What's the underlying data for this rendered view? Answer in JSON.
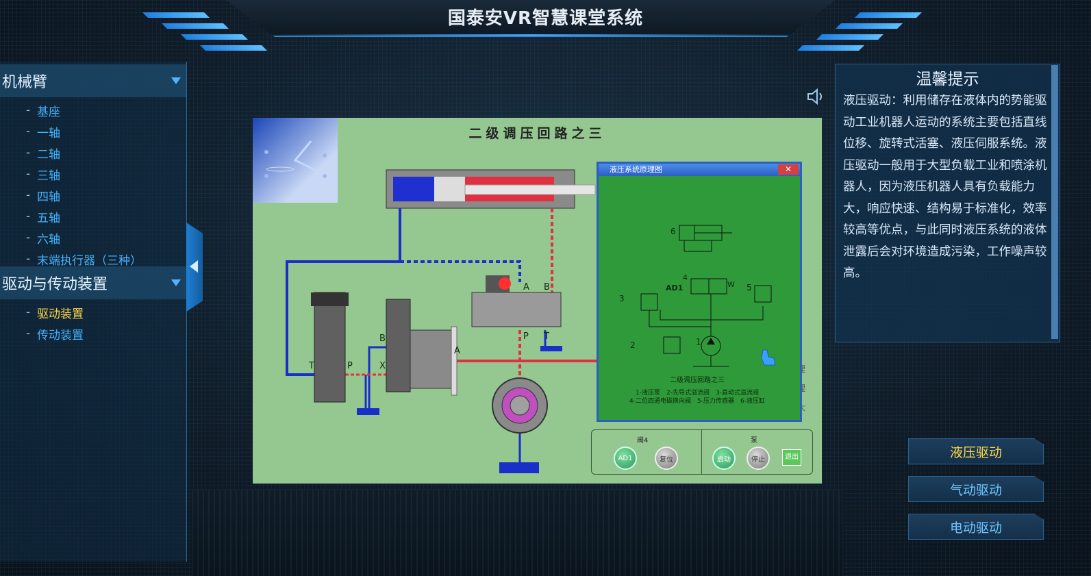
{
  "header": {
    "title": "国泰安VR智慧课堂系统"
  },
  "sidebar": {
    "sections": [
      {
        "label": "机械臂",
        "items": [
          "基座",
          "一轴",
          "二轴",
          "三轴",
          "四轴",
          "五轴",
          "六轴",
          "末端执行器（三种）"
        ]
      },
      {
        "label": "驱动与传动装置",
        "items": [
          "驱动装置",
          "传动装置"
        ],
        "active": "驱动装置"
      }
    ]
  },
  "sim": {
    "title": "二级调压回路之三",
    "popup": {
      "title": "液压系统原理图",
      "close": "✕",
      "labels": {
        "n6": "6",
        "n4": "4",
        "ad1": "AD1",
        "w": "W",
        "n5": "5",
        "n3": "3",
        "n2": "2",
        "n1": "1"
      },
      "caption": "二级调压回路之三",
      "legend1": "1-液压泵　2-先导式溢流阀　3-直动式溢流阀",
      "legend2": "4-二位四通电磁换向阀　5-压力传感器　6-液压缸"
    },
    "ports": {
      "a": "A",
      "b": "B",
      "p": "P",
      "t": "T",
      "t2": "T",
      "p2": "P",
      "b2": "B",
      "x": "X",
      "a2": "A"
    },
    "side_labels": [
      "理",
      "理",
      "大"
    ],
    "controls": {
      "valve_group": "阀4",
      "pump_group": "泵",
      "ad1": "AD1",
      "reset": "复位",
      "start": "启动",
      "stop": "停止",
      "exit": "退出"
    }
  },
  "tip": {
    "title": "温馨提示",
    "body": "液压驱动：利用储存在液体内的势能驱动工业机器人运动的系统主要包括直线位移、旋转式活塞、液压伺服系统。液压驱动一般用于大型负载工业和喷涂机器人，因为液压机器人具有负载能力大，响应快速、结构易于标准化，效率较高等优点，与此同时液压系统的液体泄露后会对环境造成污染，工作噪声较高。"
  },
  "right_buttons": [
    {
      "label": "液压驱动",
      "active": true
    },
    {
      "label": "气动驱动",
      "active": false
    },
    {
      "label": "电动驱动",
      "active": false
    }
  ],
  "colors": {
    "accent": "#4fb3ff",
    "active": "#ffd84a",
    "sim_bg": "#95c791",
    "popup_bg": "#2e9a3a"
  }
}
